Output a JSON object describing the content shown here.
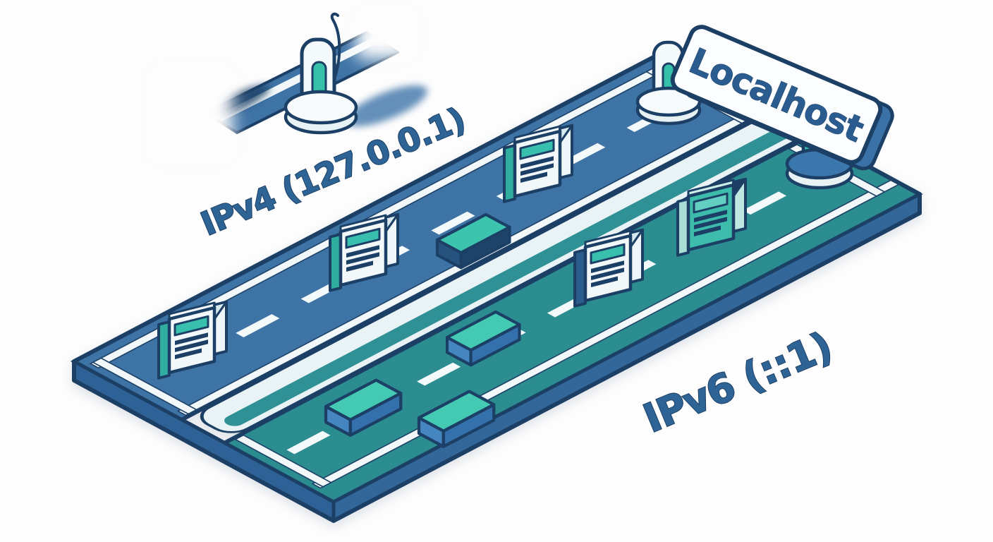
{
  "page": {
    "background": "#fdfdfd"
  },
  "illustration": {
    "title_sign": {
      "label": "Localhost"
    },
    "lanes": [
      {
        "id": "ipv4",
        "label": "IPv4 (127.0.0.1)",
        "road_color": "#3e73a6"
      },
      {
        "id": "ipv6",
        "label": "IPv6 (::1)",
        "road_color": "#2b8d90"
      }
    ],
    "colors": {
      "outline_navy": "#1c3f66",
      "stripe_white": "#f2f8fa",
      "median_pale": "#e9f3f6",
      "median_teal": "#2f9195",
      "accent_teal": "#3cc4ae",
      "packet_blue": "#4485c0",
      "slab_side_blue": "#2e6195",
      "label_blue": "#2e6396",
      "sign_face": "#fbfdfe",
      "sign_edge_blue": "#3a72a8"
    }
  }
}
